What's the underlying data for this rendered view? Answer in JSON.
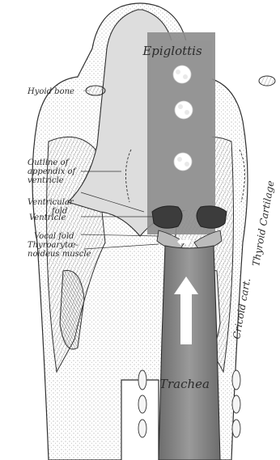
{
  "figure": {
    "labels": {
      "epiglottis": "Epiglottis",
      "hyoid_bone": "Hyoid bone",
      "outline_appendix": [
        "Outline of",
        "appendix of",
        "ventricle"
      ],
      "ventricular_fold": [
        "Ventricular",
        "fold"
      ],
      "ventricle": "Ventricle",
      "vocal_fold": "Vocal fold",
      "thyroarytenoid": [
        "Thyroarytæ-",
        "noideus muscle"
      ],
      "thyroid_cartilage": "Thyroid Cartilage",
      "cricoid_cart": "Cricoid cart.",
      "trachea": "Trachea"
    },
    "colors": {
      "ink": "#2f2f2f",
      "airway": "#8c8c8c",
      "airway_dark": "#5a5a5a",
      "arrow": "#ffffff"
    },
    "icons": [
      "food-bolus-icon",
      "food-bolus-icon",
      "food-bolus-icon",
      "airflow-arrow-icon",
      "small-airflow-arrow-icon"
    ]
  }
}
